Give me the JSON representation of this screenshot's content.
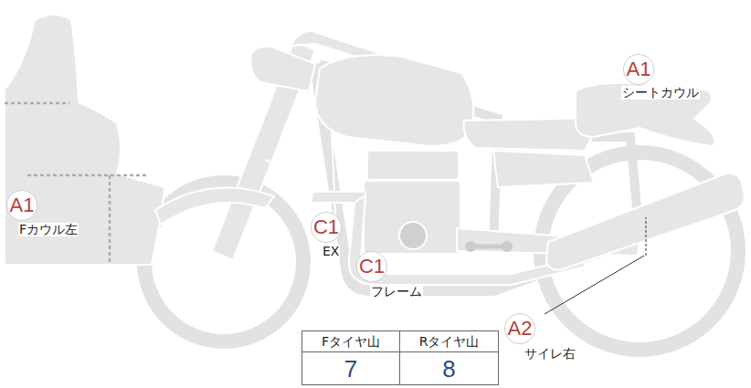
{
  "diagram": {
    "nodes": [
      {
        "text": [
          "A1",
          "シートカウル"
        ]
      },
      {
        "text": [
          "A1",
          "Fカウル左"
        ]
      },
      {
        "text": [
          "C1",
          "EX"
        ]
      },
      {
        "text": [
          "C1",
          "フレーム"
        ]
      },
      {
        "text": [
          "A2",
          "サイレ右"
        ]
      }
    ],
    "labels": [
      "Fタイヤ山",
      "Rタイヤ山",
      "7",
      "8"
    ]
  }
}
